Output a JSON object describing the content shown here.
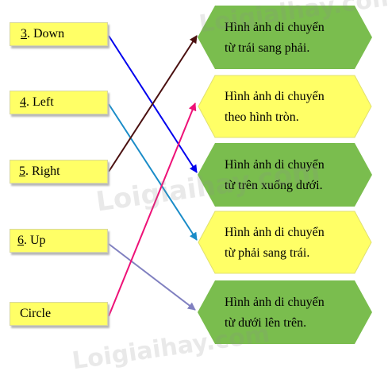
{
  "terms": [
    {
      "num": "3",
      "label": ". Down"
    },
    {
      "num": "4",
      "label": ". Left"
    },
    {
      "num": "5",
      "label": ". Right"
    },
    {
      "num": "6",
      "label": ". Up"
    },
    {
      "num": "",
      "label": "Circle"
    }
  ],
  "descriptions": [
    {
      "line1": "Hình ảnh di chuyển",
      "line2": "từ trái sang phải.",
      "color": "#7abd4e"
    },
    {
      "line1": "Hình ảnh di chuyển",
      "line2": "theo hình tròn.",
      "color": "#ffff66"
    },
    {
      "line1": "Hình ảnh di chuyển",
      "line2": "từ trên xuống dưới.",
      "color": "#7abd4e"
    },
    {
      "line1": "Hình ảnh di chuyển",
      "line2": "từ phải sang trái.",
      "color": "#ffff66"
    },
    {
      "line1": "Hình ảnh di chuyển",
      "line2": "từ dưới lên trên.",
      "color": "#7abd4e"
    }
  ],
  "connections": [
    {
      "from": "3. Down",
      "to": "từ trên xuống dưới.",
      "color": "#0000ee"
    },
    {
      "from": "4. Left",
      "to": "từ phải sang trái.",
      "color": "#1a8cc8"
    },
    {
      "from": "5. Right",
      "to": "từ trái sang phải.",
      "color": "#4a1010"
    },
    {
      "from": "6. Up",
      "to": "từ dưới lên trên.",
      "color": "#8080c0"
    },
    {
      "from": "Circle",
      "to": "theo hình tròn.",
      "color": "#ee1177"
    }
  ],
  "watermarks": [
    "Loigiaihay.com",
    "Loigiaihay.com",
    "Loigiaihay.com"
  ]
}
